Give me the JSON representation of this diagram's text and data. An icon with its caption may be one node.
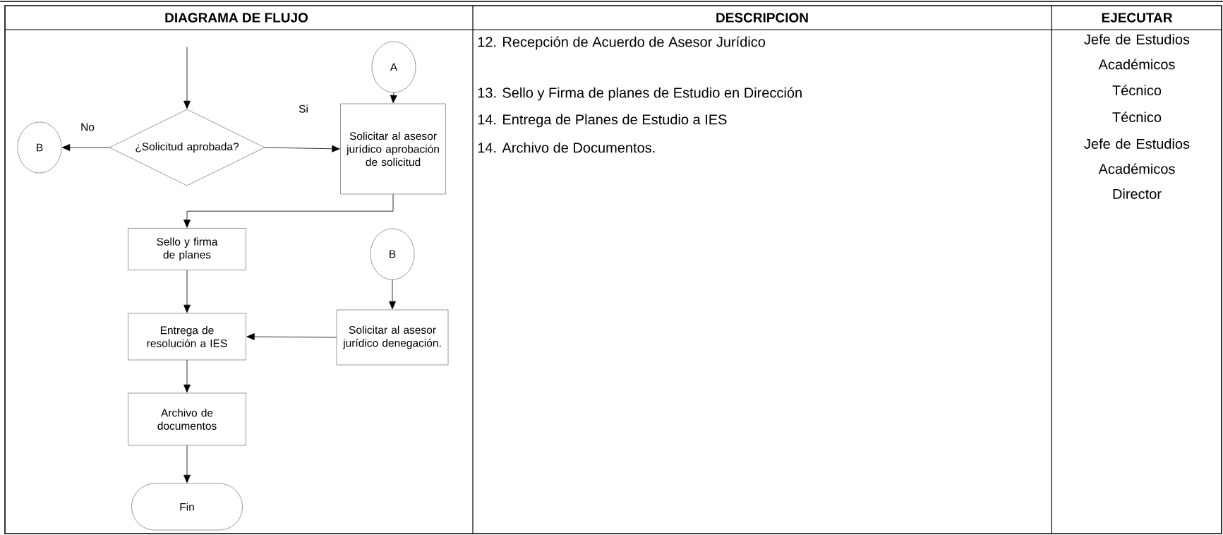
{
  "diagram": {
    "nodes": [
      {
        "text": [
          "A"
        ]
      },
      {
        "text": [
          "¿Solicitud aprobada?"
        ]
      },
      {
        "text": [
          "B"
        ]
      },
      {
        "text": [
          "Solicitar al asesor jurídico aprobación de solicitud"
        ]
      },
      {
        "text": [
          "Sello y firma de planes"
        ]
      },
      {
        "text": [
          "B"
        ]
      },
      {
        "text": [
          "Entrega de resolución a IES"
        ]
      },
      {
        "text": [
          "Solicitar al asesor jurídico denegación."
        ]
      },
      {
        "text": [
          "Archivo de documentos"
        ]
      },
      {
        "text": [
          "Fin"
        ]
      }
    ],
    "edges": [
      {
        "from": null,
        "to": 1,
        "arrow": "to"
      },
      {
        "from": 1,
        "to": 2,
        "arrow": "to",
        "label": "No"
      },
      {
        "from": 1,
        "to": 3,
        "arrow": "to",
        "label": "Si"
      },
      {
        "from": 0,
        "to": 3,
        "arrow": "to"
      },
      {
        "from": 3,
        "to": 4,
        "arrow": "to"
      },
      {
        "from": 5,
        "to": 7,
        "arrow": "to"
      },
      {
        "from": 7,
        "to": 6,
        "arrow": "to"
      },
      {
        "from": 4,
        "to": 6,
        "arrow": "to"
      },
      {
        "from": 6,
        "to": 8,
        "arrow": "to"
      },
      {
        "from": 8,
        "to": 9,
        "arrow": "to"
      }
    ],
    "labels": [
      "DIAGRAMA DE FLUJO",
      "DESCRIPCION",
      "EJECUTAR",
      "12. Recepción de Acuerdo de Asesor Jurídico",
      "Jefe de Estudios Académicos",
      "13. Sello y Firma de planes de Estudio en Dirección",
      "Técnico",
      "14. Entrega de Planes de Estudio a IES",
      "Técnico",
      "14. Archivo de Documentos.",
      "Jefe de Estudios Académicos",
      "Director"
    ]
  }
}
